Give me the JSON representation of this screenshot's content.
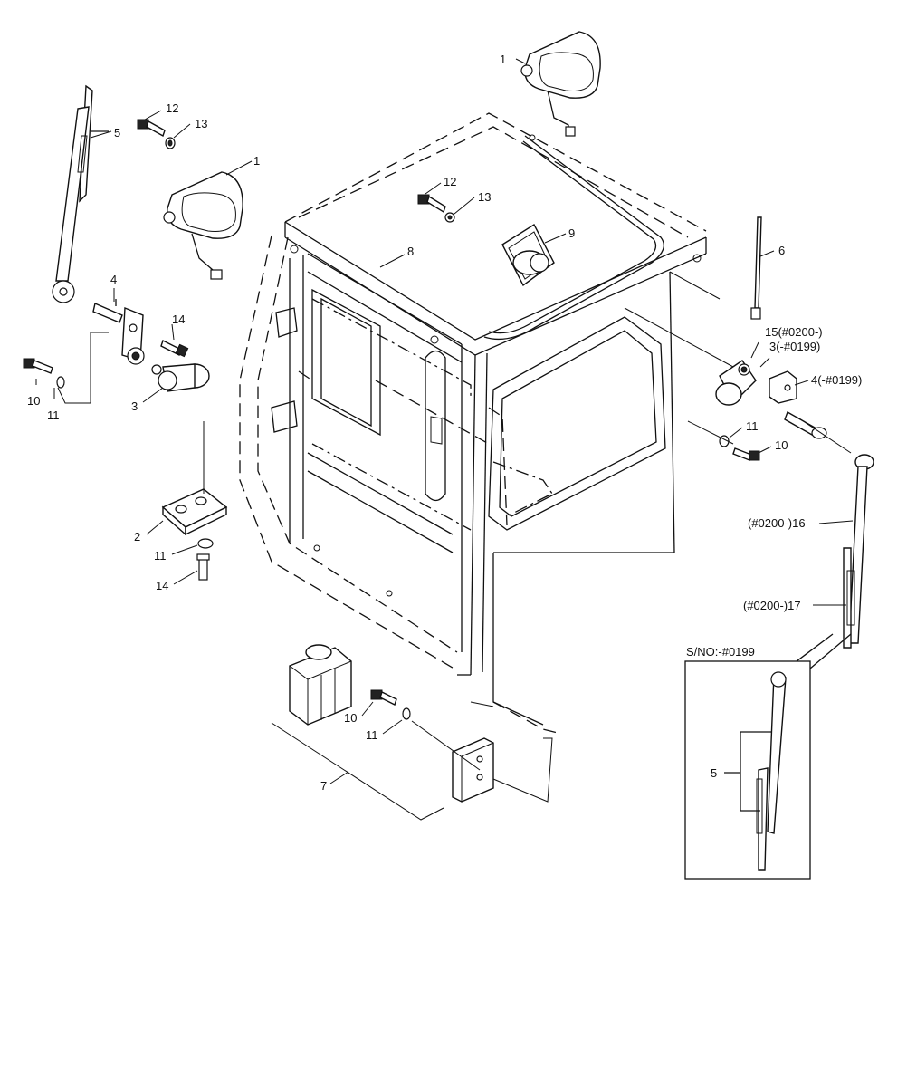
{
  "labels": {
    "lamp_top": "1",
    "lamp_left": "1",
    "bracket_plate": "2",
    "wiper_motor_left": "3",
    "pivot_left": "4",
    "wiper_left": "5",
    "antenna": "6",
    "washer_tank": "7",
    "seal_strip": "8",
    "speaker": "9",
    "bolt_left": "10",
    "washer_left": "11",
    "bolt_top_left": "12",
    "washer_top_left": "13",
    "bolt_pivot": "14",
    "bolt_mid_12": "12",
    "washer_mid_13": "13",
    "washer_plate_11": "11",
    "bolt_plate_14": "14",
    "bolt_tank_10": "10",
    "washer_tank_11": "11",
    "wiper_motor_right_new": "15(#0200-)",
    "wiper_motor_right_old": "3(-#0199)",
    "pivot_right": "4(-#0199)",
    "washer_right_11": "11",
    "bolt_right_10": "10",
    "wiper_arm_right": "(#0200-)16",
    "wiper_blade_right": "(#0200-)17",
    "inset_title": "S/NO:-#0199",
    "inset_wiper": "5"
  }
}
